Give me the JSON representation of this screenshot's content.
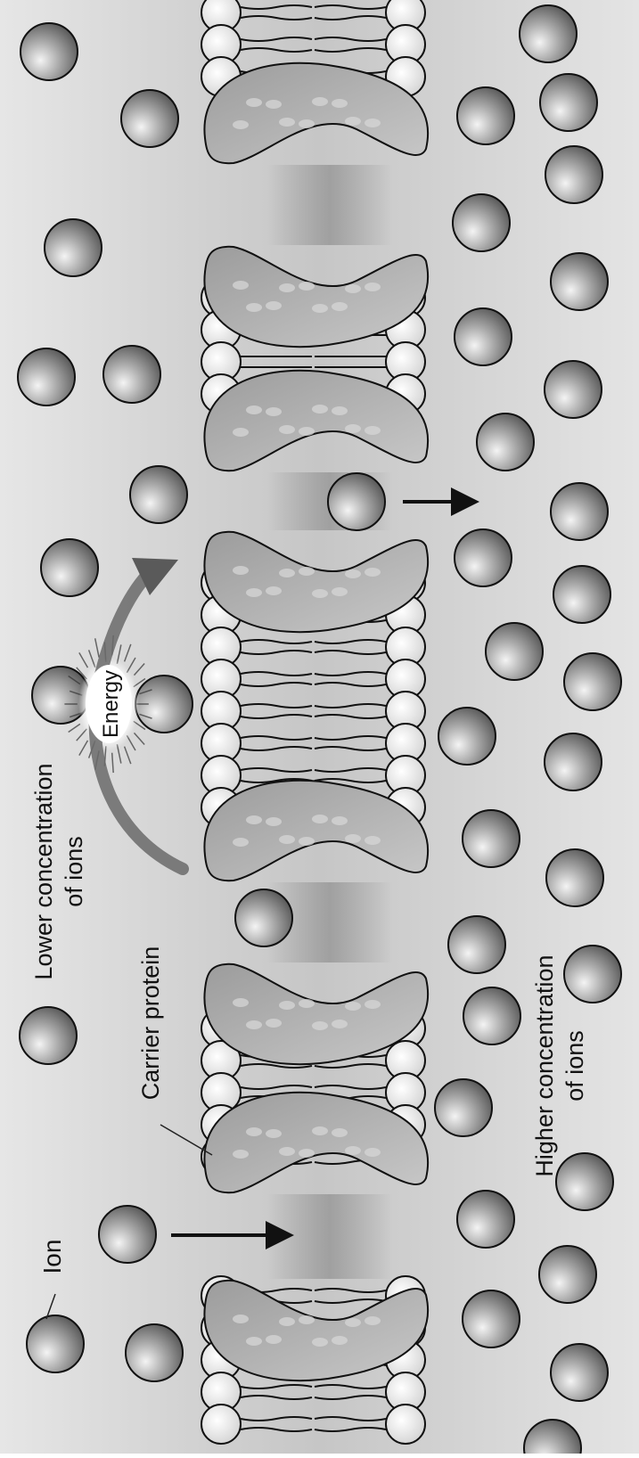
{
  "labels": {
    "ion": "Ion",
    "lower_line1": "Lower concentration",
    "lower_line2": "of ions",
    "carrier": "Carrier protein",
    "energy": "Energy",
    "higher_line1": "Higher concentration",
    "higher_line2": "of ions"
  },
  "colors": {
    "left_region": "#d8d8d8",
    "membrane_band": "#c2c2c2",
    "right_region": "#e2e2e2",
    "protein_fill": "#b0b0b0",
    "ion_fill": "#8a8a8a",
    "arrow": "#111111",
    "energy_arrow": "#555555"
  }
}
